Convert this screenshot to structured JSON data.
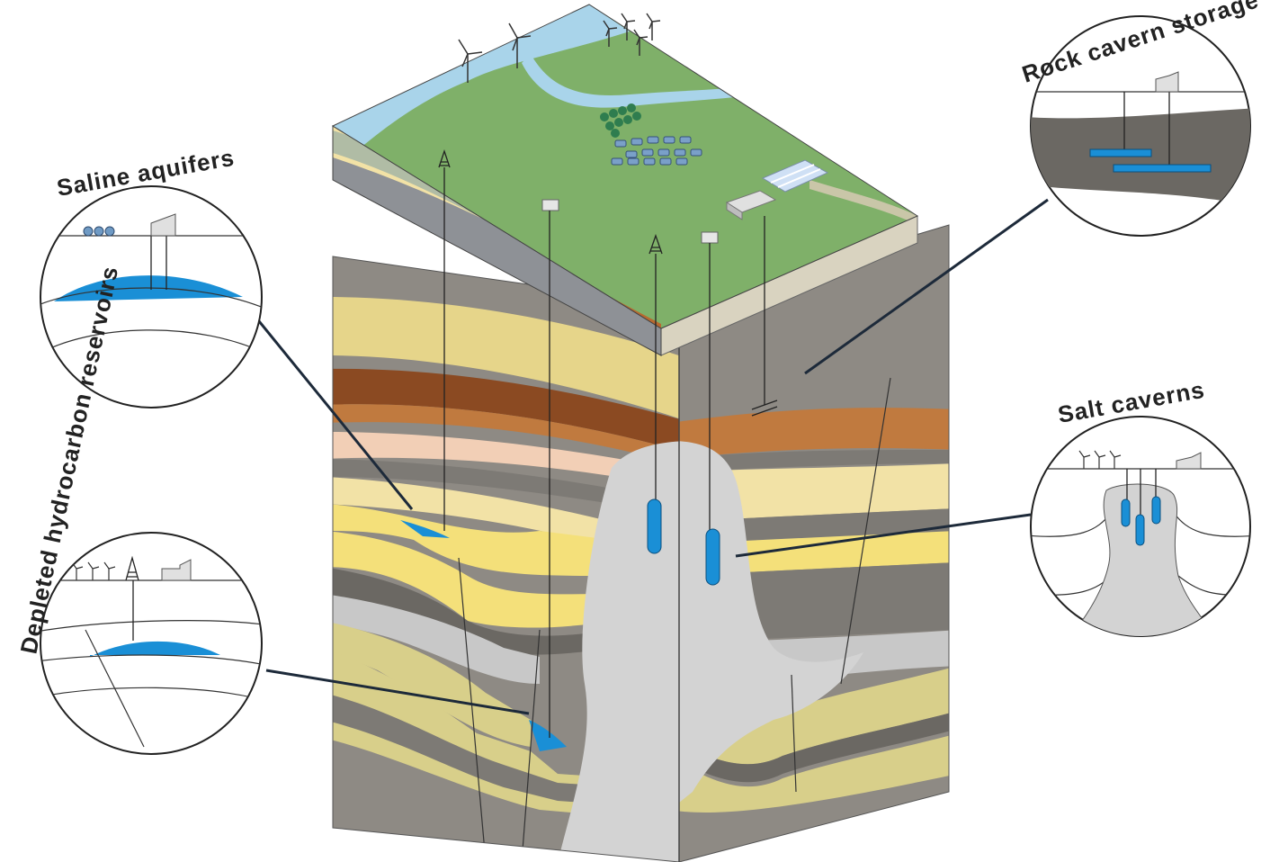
{
  "callouts": {
    "saline": "Saline aquifers",
    "depleted": "Depleted hydrocarbon reservoirs",
    "rock": "Rock cavern storage",
    "salt": "Salt caverns"
  },
  "colors": {
    "storage_blue": "#1a8fd6",
    "grass": "#7fb069",
    "water": "#a9d4ea",
    "sand": "#f2e2a6",
    "rock_dark": "#7d7a75",
    "rock_mid": "#8e8a84",
    "salt_dome": "#d3d3d3",
    "brown": "#8b4a22",
    "orange_brown": "#c07a3f",
    "peach": "#f2cfb6",
    "yellow": "#f4e07a",
    "olive_sand": "#d8cf8a"
  },
  "icons": [
    "wind-turbine-icon",
    "drilling-rig-icon",
    "solar-panel-icon",
    "greenhouse-icon",
    "factory-icon",
    "tree-icon"
  ]
}
